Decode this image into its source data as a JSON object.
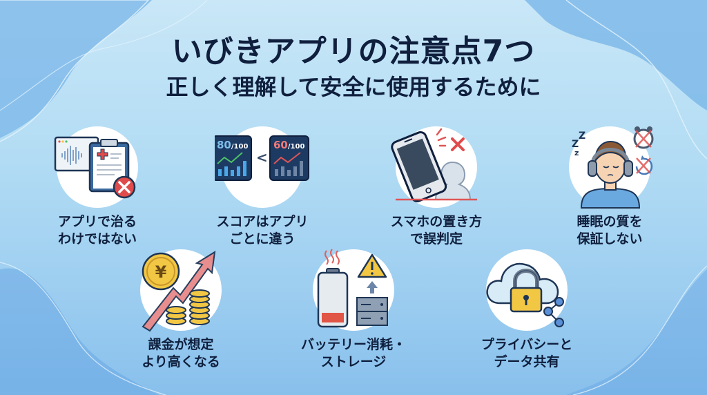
{
  "header": {
    "title": "いびきアプリの注意点7つ",
    "subtitle": "正しく理解して安全に使用するために"
  },
  "colors": {
    "text": "#0f1f3d",
    "background_top": "#c9e7f7",
    "background_bottom": "#88c0ec",
    "accent_red": "#e04b4b",
    "accent_blue": "#4a8fd8",
    "accent_green": "#4cc266",
    "gold": "#f2c744"
  },
  "items": [
    {
      "id": 1,
      "icon": "clipboard-soundwave-x-icon",
      "line1": "アプリで治る",
      "line2": "わけではない"
    },
    {
      "id": 2,
      "icon": "score-compare-icon",
      "line1": "スコアはアプリ",
      "line2": "ごとに違う",
      "score_left": "80",
      "score_right": "60",
      "score_denominator": "/100",
      "comparator": "<"
    },
    {
      "id": 3,
      "icon": "phone-placement-icon",
      "line1": "スマホの置き方",
      "line2": "で誤判定"
    },
    {
      "id": 4,
      "icon": "sleeping-person-icon",
      "line1": "睡眠の質を",
      "line2": "保証しない",
      "zzz": "Z z z"
    },
    {
      "id": 5,
      "icon": "yen-coins-rising-icon",
      "line1": "課金が想定",
      "line2": "より高くなる",
      "currency": "¥"
    },
    {
      "id": 6,
      "icon": "battery-storage-warning-icon",
      "line1": "バッテリー消耗・",
      "line2": "ストレージ"
    },
    {
      "id": 7,
      "icon": "cloud-lock-share-icon",
      "line1": "プライバシーと",
      "line2": "データ共有"
    }
  ]
}
